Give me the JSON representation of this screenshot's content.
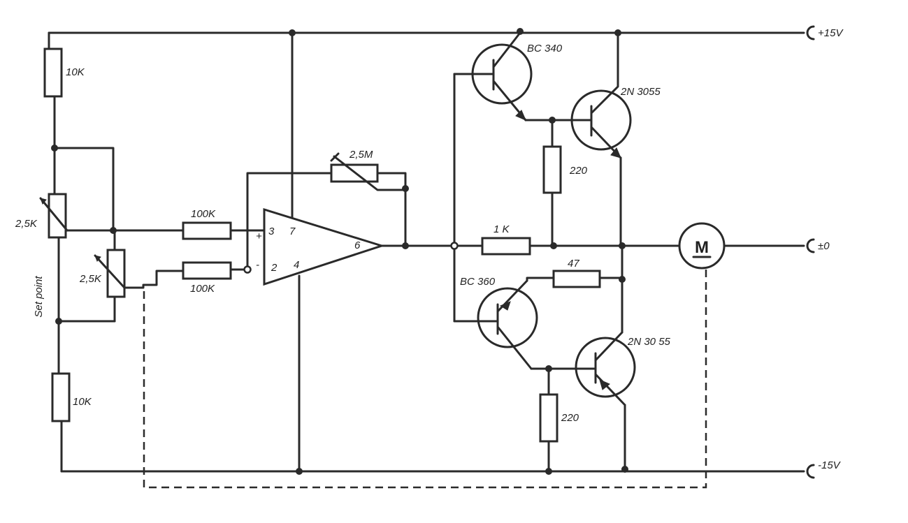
{
  "terminals": {
    "pos_supply": "+15V",
    "ground": "±0",
    "neg_supply": "-15V"
  },
  "resistors": {
    "r_top_divider": "10K",
    "r_bottom_divider": "10K",
    "r_input_plus": "100K",
    "r_input_minus": "100K",
    "r_feedback": "2,5M",
    "r_base_upper": "220",
    "r_bias": "1 K",
    "r_emitter_lower": "47",
    "r_base_lower": "220"
  },
  "potentiometers": {
    "pot_setpoint": "2,5K",
    "pot_feedback": "2,5K"
  },
  "side_label": "Set point",
  "opamp": {
    "pin_noninv": "3",
    "pin_vplus": "7",
    "pin_inv": "2",
    "pin_vminus": "4",
    "pin_out": "6",
    "plus_sign": "+",
    "minus_sign": "-"
  },
  "transistors": {
    "q_driver_upper": "BC 340",
    "q_power_upper": "2N 3055",
    "q_driver_lower": "BC 360",
    "q_power_lower": "2N 30 55"
  },
  "motor": {
    "label": "M"
  }
}
